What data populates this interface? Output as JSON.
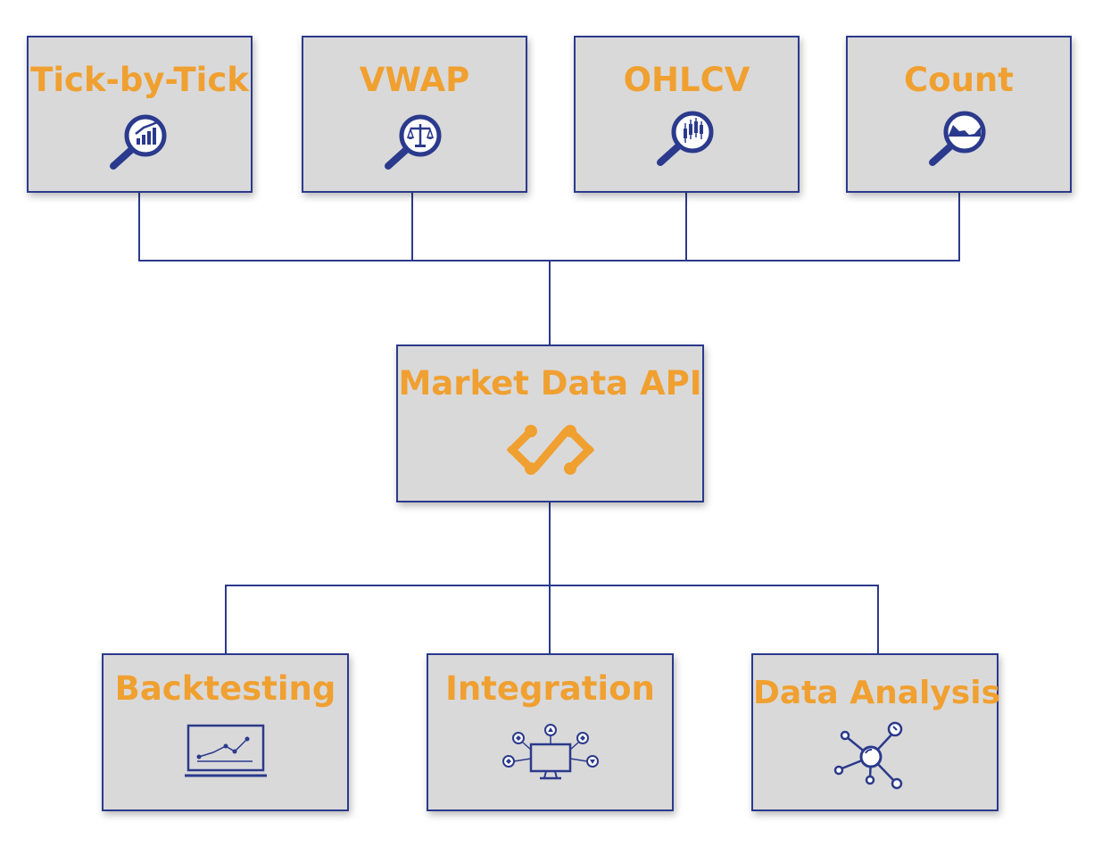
{
  "colors": {
    "accent": "#f0a030",
    "stroke": "#2b3a8c",
    "box_fill": "#d9d9d9",
    "background": "#ffffff"
  },
  "top_boxes": [
    {
      "label": "Tick-by-Tick",
      "icon": "magnifier-bar-chart-icon"
    },
    {
      "label": "VWAP",
      "icon": "magnifier-scales-icon"
    },
    {
      "label": "OHLCV",
      "icon": "magnifier-candlestick-icon"
    },
    {
      "label": "Count",
      "icon": "magnifier-area-chart-icon"
    }
  ],
  "center_box": {
    "label": "Market Data API",
    "icon": "api-link-icon"
  },
  "bottom_boxes": [
    {
      "label": "Backtesting",
      "icon": "laptop-chart-icon"
    },
    {
      "label": "Integration",
      "icon": "monitor-network-icon"
    },
    {
      "label": "Data Analysis",
      "icon": "network-nodes-icon"
    }
  ]
}
